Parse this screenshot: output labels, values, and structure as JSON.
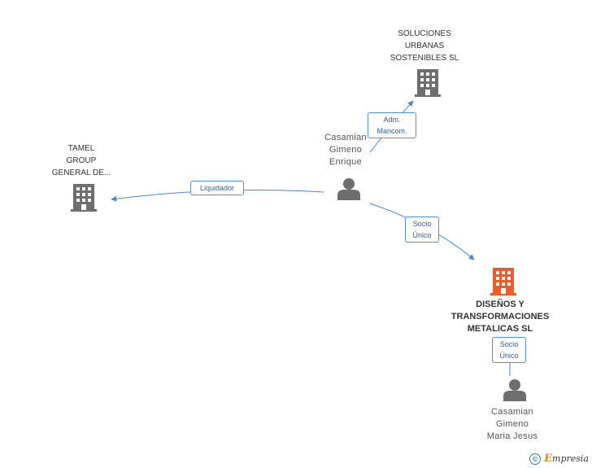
{
  "nodes": {
    "company_soluciones": {
      "label": "SOLUCIONES\nURBANAS\nSOSTENIBLES SL",
      "icon": "building-icon",
      "color": "#6e6e6e"
    },
    "company_tamel": {
      "label": "TAMEL\nGROUP\nGENERAL DE...",
      "icon": "building-icon",
      "color": "#6e6e6e"
    },
    "company_disenos": {
      "label": "DISEÑOS Y\nTRANSFORMACIONES\nMETALICAS SL",
      "icon": "building-icon",
      "color": "#f05a28"
    },
    "person_enrique": {
      "label": "Casamian\nGimeno\nEnrique",
      "icon": "person-icon",
      "color": "#6e6e6e"
    },
    "person_maria": {
      "label": "Casamian\nGimeno\nMaria Jesus",
      "icon": "person-icon",
      "color": "#6e6e6e"
    }
  },
  "edges": {
    "adm_mancom": "Adm.\nMancom.",
    "liquidador": "Liquidador",
    "socio_unico_1": "Socio\nÚnico",
    "socio_unico_2": "Socio\nÚnico"
  },
  "colors": {
    "edge": "#4a86d4",
    "tag_border": "#5b8fd1",
    "main_company": "#f05a28",
    "node_gray": "#6e6e6e"
  },
  "footer": {
    "copyright_symbol": "©",
    "brand_initial": "E",
    "brand_rest": "mpresia"
  }
}
